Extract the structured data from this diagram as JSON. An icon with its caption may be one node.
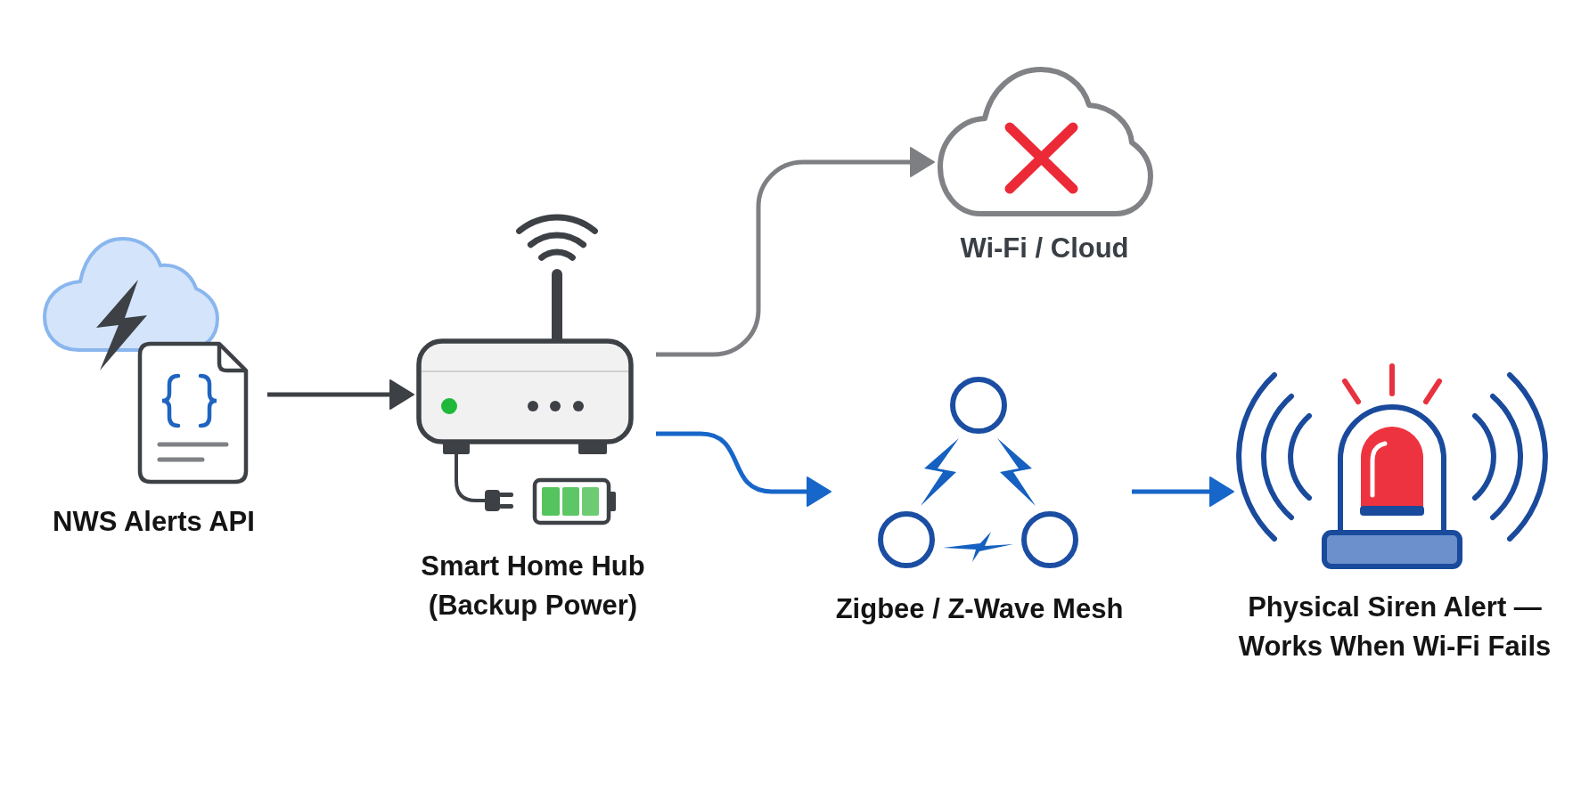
{
  "diagram": {
    "nodes": [
      {
        "text": [
          "NWS Alerts API"
        ]
      },
      {
        "text": [
          "Smart Home Hub (Backup Power)"
        ]
      },
      {
        "text": [
          "Wi-Fi / Cloud"
        ]
      },
      {
        "text": [
          "Zigbee / Z-Wave Mesh"
        ]
      },
      {
        "text": [
          "Physical Siren Alert — Works When Wi-Fi Fails"
        ]
      }
    ],
    "edges": [
      {
        "from": 0,
        "to": 1,
        "arrow": "to",
        "color": "#3d4045"
      },
      {
        "from": 1,
        "to": 2,
        "arrow": "to",
        "color": "#7d7f82"
      },
      {
        "from": 1,
        "to": 3,
        "arrow": "to"
      },
      {
        "from": 3,
        "to": 4,
        "arrow": "to"
      }
    ]
  }
}
